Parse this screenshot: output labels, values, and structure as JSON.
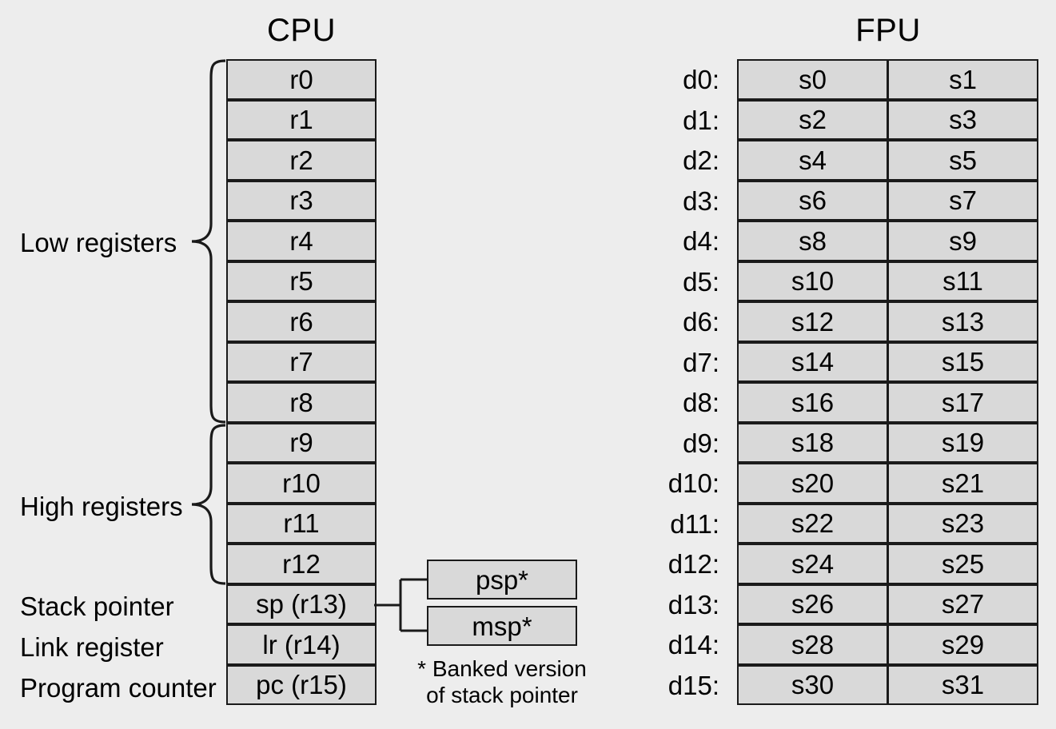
{
  "diagram": {
    "title_cpu": "CPU",
    "title_fpu": "FPU",
    "background_color": "#ededed",
    "cell_fill_color": "#d9d9d9",
    "border_color": "#1a1a1a"
  },
  "cpu": {
    "registers": [
      {
        "label": "r0"
      },
      {
        "label": "r1"
      },
      {
        "label": "r2"
      },
      {
        "label": "r3"
      },
      {
        "label": "r4"
      },
      {
        "label": "r5"
      },
      {
        "label": "r6"
      },
      {
        "label": "r7"
      },
      {
        "label": "r8"
      },
      {
        "label": "r9"
      },
      {
        "label": "r10"
      },
      {
        "label": "r11"
      },
      {
        "label": "r12"
      },
      {
        "label": "sp (r13)"
      },
      {
        "label": "lr (r14)"
      },
      {
        "label": "pc (r15)"
      }
    ],
    "group_labels": [
      {
        "text": "Low registers",
        "spans": "r0-r8"
      },
      {
        "text": "High registers",
        "spans": "r9-r12"
      }
    ],
    "row_labels": [
      {
        "text": "Stack pointer",
        "row": "sp (r13)"
      },
      {
        "text": "Link register",
        "row": "lr (r14)"
      },
      {
        "text": "Program counter",
        "row": "pc (r15)"
      }
    ],
    "banked": {
      "psp": "psp*",
      "msp": "msp*",
      "footnote_line1": "* Banked version",
      "footnote_line2": "of stack pointer"
    }
  },
  "fpu": {
    "rows": [
      {
        "dlabel": "d0:",
        "low": "s0",
        "high": "s1"
      },
      {
        "dlabel": "d1:",
        "low": "s2",
        "high": "s3"
      },
      {
        "dlabel": "d2:",
        "low": "s4",
        "high": "s5"
      },
      {
        "dlabel": "d3:",
        "low": "s6",
        "high": "s7"
      },
      {
        "dlabel": "d4:",
        "low": "s8",
        "high": "s9"
      },
      {
        "dlabel": "d5:",
        "low": "s10",
        "high": "s11"
      },
      {
        "dlabel": "d6:",
        "low": "s12",
        "high": "s13"
      },
      {
        "dlabel": "d7:",
        "low": "s14",
        "high": "s15"
      },
      {
        "dlabel": "d8:",
        "low": "s16",
        "high": "s17"
      },
      {
        "dlabel": "d9:",
        "low": "s18",
        "high": "s19"
      },
      {
        "dlabel": "d10:",
        "low": "s20",
        "high": "s21"
      },
      {
        "dlabel": "d11:",
        "low": "s22",
        "high": "s23"
      },
      {
        "dlabel": "d12:",
        "low": "s24",
        "high": "s25"
      },
      {
        "dlabel": "d13:",
        "low": "s26",
        "high": "s27"
      },
      {
        "dlabel": "d14:",
        "low": "s28",
        "high": "s29"
      },
      {
        "dlabel": "d15:",
        "low": "s30",
        "high": "s31"
      }
    ]
  }
}
